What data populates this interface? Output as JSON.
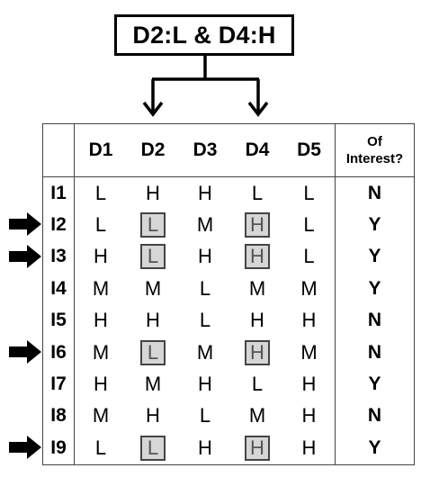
{
  "query": {
    "label": "D2:L & D4:H"
  },
  "table": {
    "columns": [
      "D1",
      "D2",
      "D3",
      "D4",
      "D5"
    ],
    "interest_header": {
      "line1": "Of",
      "line2": "Interest?"
    },
    "rows": [
      {
        "id": "I1",
        "values": [
          "L",
          "H",
          "H",
          "L",
          "L"
        ],
        "interest": "N",
        "marked": false,
        "highlight": false
      },
      {
        "id": "I2",
        "values": [
          "L",
          "L",
          "M",
          "H",
          "L"
        ],
        "interest": "Y",
        "marked": true,
        "highlight": true
      },
      {
        "id": "I3",
        "values": [
          "H",
          "L",
          "H",
          "H",
          "L"
        ],
        "interest": "Y",
        "marked": true,
        "highlight": true
      },
      {
        "id": "I4",
        "values": [
          "M",
          "M",
          "L",
          "M",
          "M"
        ],
        "interest": "Y",
        "marked": false,
        "highlight": false
      },
      {
        "id": "I5",
        "values": [
          "H",
          "H",
          "L",
          "H",
          "H"
        ],
        "interest": "N",
        "marked": false,
        "highlight": false
      },
      {
        "id": "I6",
        "values": [
          "M",
          "L",
          "M",
          "H",
          "M"
        ],
        "interest": "N",
        "marked": true,
        "highlight": true
      },
      {
        "id": "I7",
        "values": [
          "H",
          "M",
          "H",
          "L",
          "H"
        ],
        "interest": "Y",
        "marked": false,
        "highlight": false
      },
      {
        "id": "I8",
        "values": [
          "M",
          "H",
          "L",
          "M",
          "H"
        ],
        "interest": "N",
        "marked": false,
        "highlight": false
      },
      {
        "id": "I9",
        "values": [
          "L",
          "L",
          "H",
          "H",
          "H"
        ],
        "interest": "Y",
        "marked": true,
        "highlight": true
      }
    ],
    "highlight_columns": [
      1,
      3
    ]
  },
  "colors": {
    "highlight_fill": "#d6d6d6",
    "highlight_border": "#444444",
    "ink": "#000000"
  },
  "icons": {
    "row_marker": "right-arrow-icon",
    "connector": "down-arrow-icon"
  }
}
